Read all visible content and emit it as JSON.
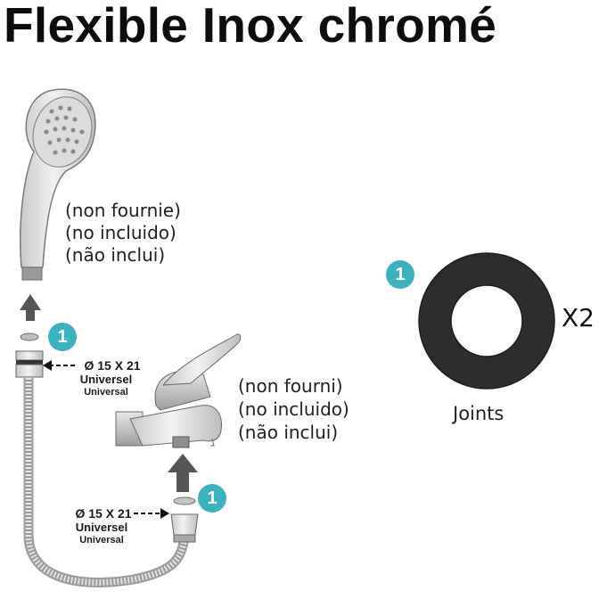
{
  "title": "Flexible Inox chromé",
  "shower_head_note": {
    "line1": "(non fournie)",
    "line2": "(no incluido)",
    "line3": "(não inclui)"
  },
  "mixer_note": {
    "line1": "(non fourni)",
    "line2": "(no incluido)",
    "line3": "(não inclui)"
  },
  "top_connector": {
    "size": "Ø 15 X 21",
    "label": "Universel",
    "sublabel": "Universal"
  },
  "bottom_connector": {
    "size": "Ø 15 X 21",
    "label": "Universel",
    "sublabel": "Universal"
  },
  "badge_number": "1",
  "seal_quantity": "X2",
  "seal_label": "Joints",
  "colors": {
    "badge": "#3bb3be",
    "seal": "#2d2d2d",
    "arrow": "#555555"
  }
}
